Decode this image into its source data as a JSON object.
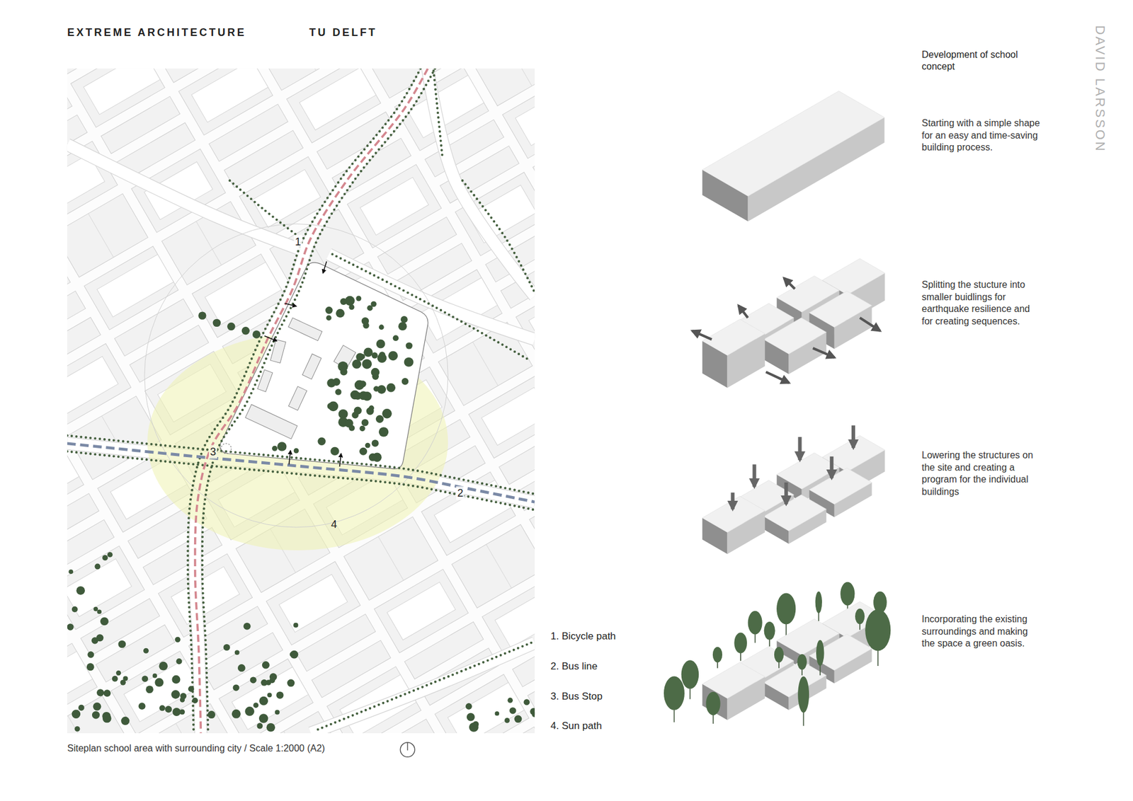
{
  "diagram": {
    "title": "EXTREME ARCHITECTURE",
    "caption": "Siteplan school area with surrounding city / Scale 1:2000 (A2)",
    "labels": [
      "TU DELFT",
      "DAVID LARSSON",
      "1",
      "2",
      "3",
      "4",
      "Development of school concept",
      "Starting with a simple shape for an easy and time-saving building process.",
      "Splitting the stucture into smaller buidlings for earthquake resilience and for creating sequences.",
      "Lowering the structures on the site and creating a program for the individual buildings",
      "Incorporating the existing surroundings and making the space a green oasis."
    ],
    "legend": [
      {
        "text": "1. Bicycle path"
      },
      {
        "text": "2. Bus line"
      },
      {
        "text": "3. Bus Stop"
      },
      {
        "text": "4. Sun path"
      }
    ]
  }
}
